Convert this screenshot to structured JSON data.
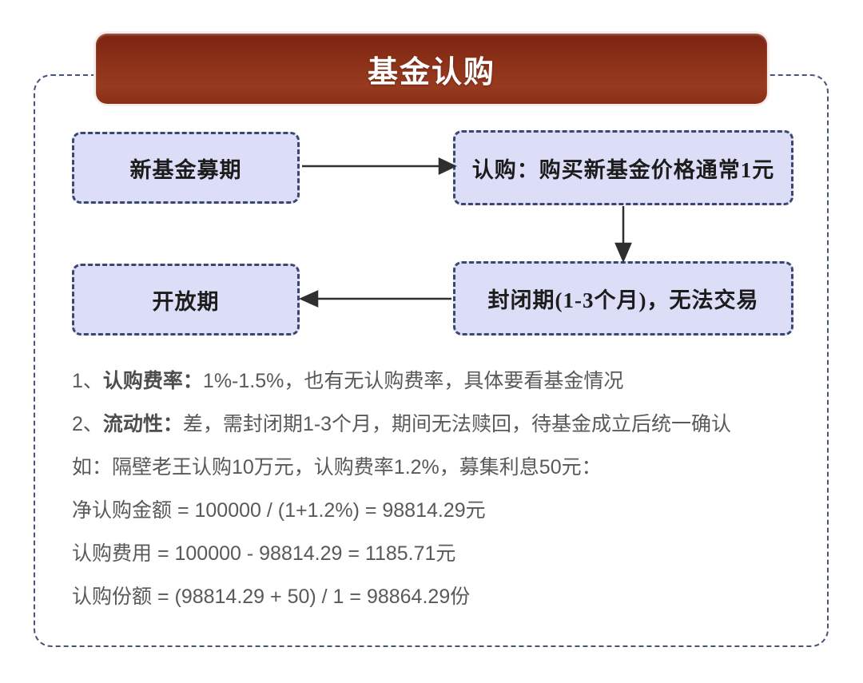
{
  "title": "基金认购",
  "flow": {
    "box_raise": "新基金募期",
    "box_subscribe": "认购：购买新基金价格通常1元",
    "box_open": "开放期",
    "box_closed": "封闭期(1-3个月)，无法交易"
  },
  "notes": {
    "line1_num": "1、",
    "line1_bold": "认购费率：",
    "line1_rest": "1%-1.5%，也有无认购费率，具体要看基金情况",
    "line2_num": "2、",
    "line2_bold": "流动性：",
    "line2_rest": "差，需封闭期1-3个月，期间无法赎回，待基金成立后统一确认",
    "example_intro": "如：隔壁老王认购10万元，认购费率1.2%，募集利息50元：",
    "formula_net": "净认购金额 = 100000 / (1+1.2%) = 98814.29元",
    "formula_fee": "认购费用 = 100000 - 98814.29 = 1185.71元",
    "formula_shares": "认购份额 = (98814.29 + 50) / 1 = 98864.29份"
  },
  "colors": {
    "banner_red": "#8e3319",
    "box_fill": "#dbdef6",
    "box_border": "#3a4770",
    "frame_dash": "#47527d",
    "note_text": "#595959",
    "arrow": "#2f2f2f"
  }
}
